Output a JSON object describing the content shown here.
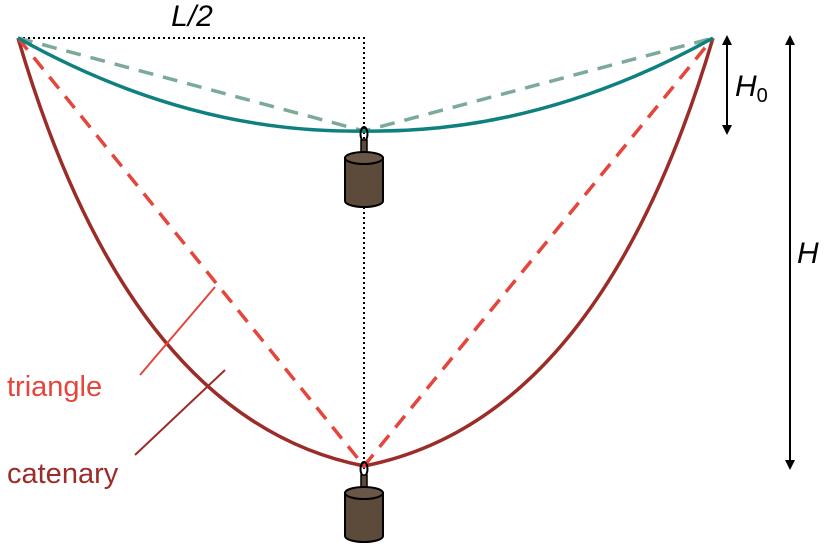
{
  "labels": {
    "half_span": "L/2",
    "sag_small_base": "H",
    "sag_small_sub": "0",
    "sag_large": "H",
    "triangle": "triangle",
    "catenary": "catenary"
  },
  "colors": {
    "teal_curve": "#0f8080",
    "teal_dashed": "#7bab98",
    "catenary": "#9b2c28",
    "triangle": "#e4463c",
    "guide": "#000000",
    "weight_fill": "#5c4a3a"
  },
  "icons": {
    "weight_top": "hanging-weight-icon",
    "weight_bottom": "hanging-weight-icon"
  }
}
